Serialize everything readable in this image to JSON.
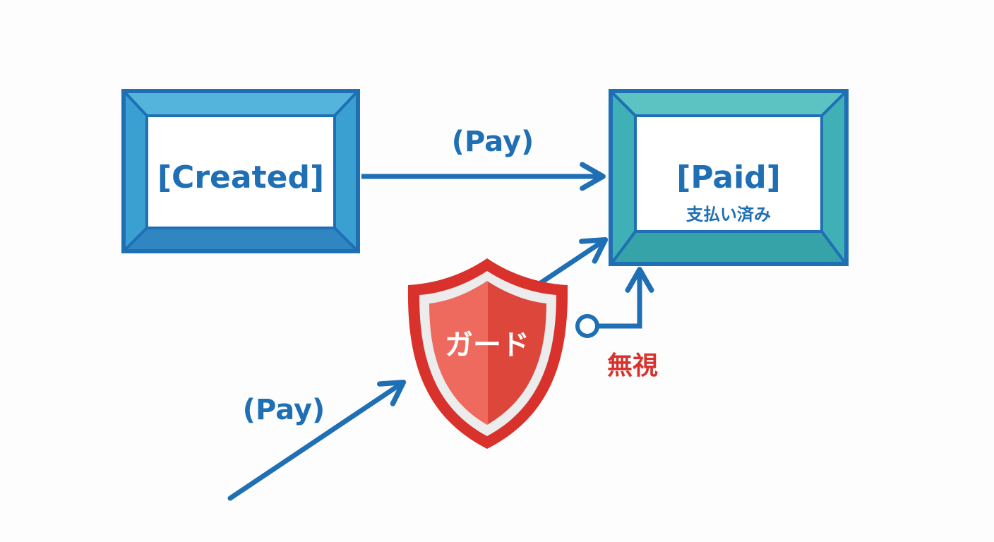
{
  "states": {
    "created": {
      "label": "[Created]",
      "frame_color": "#1f6fb5",
      "bevel_color": "#3a9fd1"
    },
    "paid": {
      "label": "[Paid]",
      "sublabel": "支払い済み",
      "frame_color": "#1f6fb5",
      "bevel_color": "#3fb0b5"
    }
  },
  "transitions": {
    "top_event": "(Pay)",
    "bottom_event": "(Pay)"
  },
  "guard": {
    "label": "ガード",
    "ignore_label": "無視",
    "fill_color": "#e24b40",
    "outline_color": "#d9322c"
  },
  "colors": {
    "arrow": "#1f6fb5",
    "text_primary": "#1f6fb5",
    "text_alert": "#d9322c"
  }
}
